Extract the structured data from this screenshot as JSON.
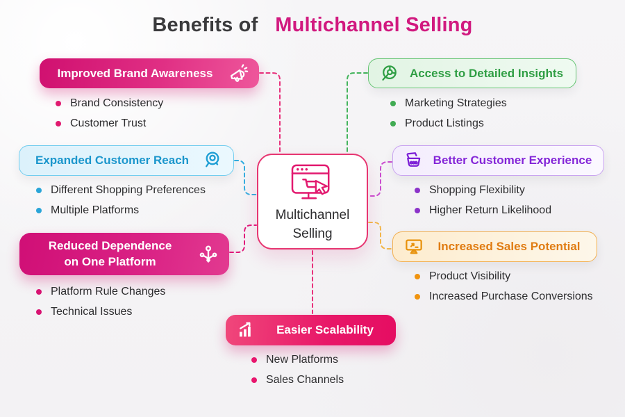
{
  "title": {
    "text_plain": "Benefits of",
    "text_highlight": "Multichannel Selling",
    "highlight_color": "#d1197f"
  },
  "center_node": {
    "label": "Multichannel Selling",
    "line1": "Multichannel",
    "line2": "Selling",
    "icon": "browser-cart-cursor-icon",
    "border_color": "#e73571"
  },
  "groups": [
    {
      "id": "improved-brand-awareness",
      "label": "Improved Brand Awareness",
      "icon": "megaphone-icon",
      "theme": "pink-solid",
      "accent": "#d6156f",
      "bullets": [
        "Brand Consistency",
        "Customer Trust"
      ]
    },
    {
      "id": "access-to-detailed-insights",
      "label": "Access to Detailed Insights",
      "icon": "insights-magnifier-icon",
      "theme": "green-light",
      "accent": "#2f9e44",
      "bullets": [
        "Marketing Strategies",
        "Product Listings"
      ]
    },
    {
      "id": "expanded-customer-reach",
      "label": "Expanded Customer Reach",
      "icon": "search-magnifier-icon",
      "theme": "blue-light",
      "accent": "#1b96cc",
      "bullets": [
        "Different Shopping Preferences",
        "Multiple Platforms"
      ]
    },
    {
      "id": "better-customer-experience",
      "label": "Better Customer Experience",
      "icon": "shopping-basket-icon",
      "theme": "purple-light",
      "accent": "#8426d8",
      "bullets": [
        "Shopping Flexibility",
        "Higher Return Likelihood"
      ]
    },
    {
      "id": "reduced-dependence-on-one-platform",
      "label": "Reduced Dependence on One Platform",
      "label_line1": "Reduced Dependence",
      "label_line2": "on One Platform",
      "icon": "branch-split-icon",
      "theme": "magenta-solid",
      "accent": "#d61173",
      "bullets": [
        "Platform Rule Changes",
        "Technical Issues"
      ]
    },
    {
      "id": "increased-sales-potential",
      "label": "Increased Sales Potential",
      "icon": "presentation-growth-icon",
      "theme": "orange-light",
      "accent": "#e07c12",
      "bullets": [
        "Product Visibility",
        "Increased Purchase Conversions"
      ]
    },
    {
      "id": "easier-scalability",
      "label": "Easier Scalability",
      "icon": "growth-bars-icon",
      "theme": "pink-solid",
      "accent": "#e8166d",
      "bullets": [
        "New Platforms",
        "Sales Channels"
      ]
    }
  ],
  "connector_colors": {
    "brand": "#e8327c",
    "insights": "#44b45c",
    "reach": "#35aee0",
    "experience": "#cb4fd0",
    "reduced": "#e0187a",
    "sales": "#f2b84b",
    "scalability": "#e8327c"
  }
}
